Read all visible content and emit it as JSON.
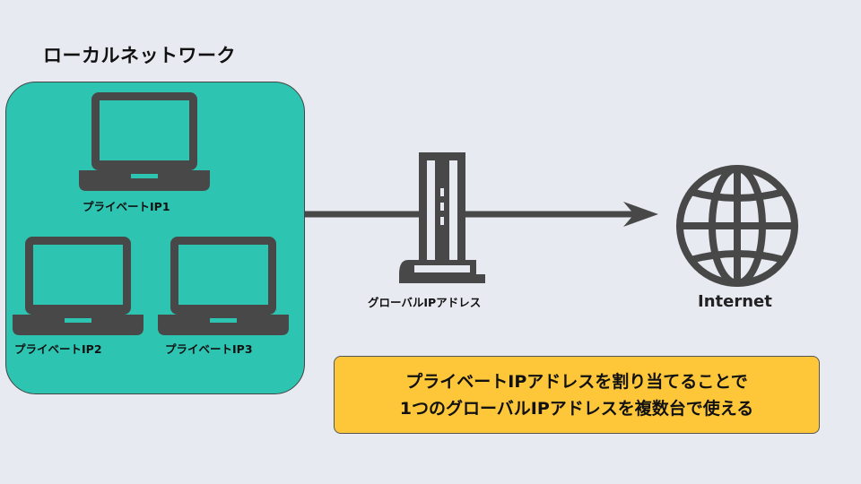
{
  "network": {
    "title": "ローカルネットワーク",
    "devices": [
      {
        "label": "プライベートIP1",
        "icon": "laptop-icon"
      },
      {
        "label": "プライベートIP2",
        "icon": "laptop-icon"
      },
      {
        "label": "プライベートIP3",
        "icon": "laptop-icon"
      }
    ]
  },
  "router": {
    "label": "グローバルIPアドレス",
    "icon": "router-icon"
  },
  "internet": {
    "label": "Internet",
    "icon": "globe-icon"
  },
  "note": {
    "line1": "プライベートIPアドレスを割り当てることで",
    "line2": "1つのグローバルIPアドレスを複数台で使える"
  },
  "colors": {
    "background": "#e8eaf1",
    "lan_box": "#2ec4b2",
    "laptop_screen": "#2ec4b2",
    "icon_dark": "#484848",
    "note_box": "#fdc739"
  }
}
